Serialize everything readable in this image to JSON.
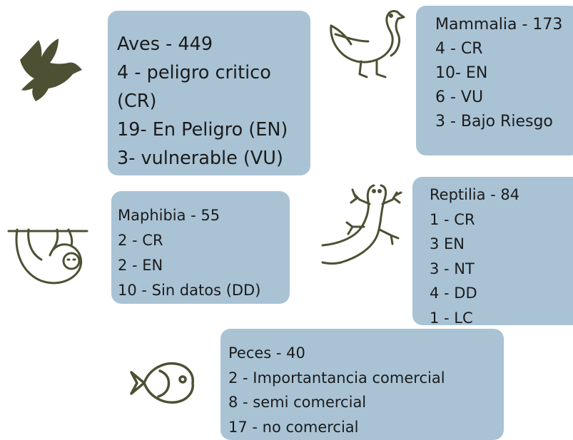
{
  "colors": {
    "box_fill": "#a9c3d5",
    "icon_fill": "#4d5033",
    "text": "#1b1b1b",
    "background": "#ffffff"
  },
  "icons": [
    "bird-icon",
    "duck-icon",
    "sloth-icon",
    "lizard-icon",
    "fish-icon"
  ],
  "groups": {
    "aves": {
      "title": "Aves - 449",
      "lines": [
        "4 - peligro critico",
        "(CR)",
        "19-  En Peligro (EN)",
        "3-  vulnerable (VU)"
      ]
    },
    "mammalia": {
      "title": "Mammalia - 173",
      "lines": [
        "4 - CR",
        "10- EN",
        "6 - VU",
        "3 - Bajo Riesgo"
      ]
    },
    "maphibia": {
      "title": "Maphibia - 55",
      "lines": [
        "2 - CR",
        "2 - EN",
        "10 - Sin datos (DD)"
      ]
    },
    "reptilia": {
      "title": "Reptilia - 84",
      "lines": [
        "1 - CR",
        "3 EN",
        "3 - NT",
        "4 - DD",
        "1 - LC"
      ]
    },
    "peces": {
      "title": "Peces - 40",
      "lines": [
        "2 - Importantancia comercial",
        "8 - semi comercial",
        "17 - no comercial"
      ]
    }
  }
}
